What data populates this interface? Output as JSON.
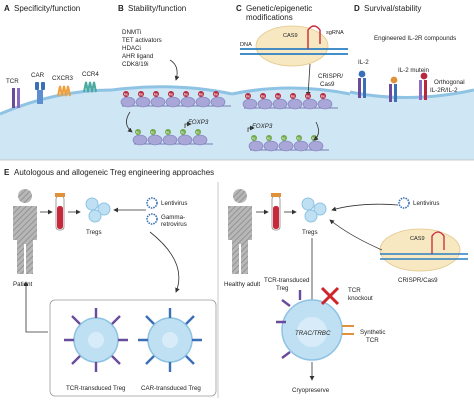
{
  "panels": {
    "A": {
      "letter": "A",
      "title": "Specificity/function",
      "receptors": {
        "tcr": "TCR",
        "car": "CAR",
        "cxcr3": "CXCR3",
        "ccr4": "CCR4"
      }
    },
    "B": {
      "letter": "B",
      "title": "Stability/function",
      "drugs": [
        "DNMTi",
        "TET activators",
        "HDACi",
        "AHR ligand",
        "CDK8/19i"
      ],
      "gene": "FOXP3",
      "marks": {
        "me": "Me",
        "ac": "Ac"
      }
    },
    "C": {
      "letter": "C",
      "title_line1": "Genetic/epigenetic",
      "title_line2": "modifications",
      "cas9": "CAS9",
      "sgrna": "sgRNA",
      "dna": "DNA",
      "tool_line1": "CRISPR/",
      "tool_line2": "Cas9",
      "gene": "FOXP3"
    },
    "D": {
      "letter": "D",
      "title": "Survival/stability",
      "engineered": "Engineered IL-2R compounds",
      "il2r": "IL-2",
      "mutein": "IL-2 mutein",
      "ortho_line1": "Orthogonal",
      "ortho_line2": "IL-2R/IL-2"
    }
  },
  "panel_e": {
    "letter": "E",
    "title": "Autologous and allogeneic Treg engineering approaches",
    "left": {
      "patient": "Patient",
      "tregs": "Tregs",
      "lentivirus": "Lentivirus",
      "gamma_line1": "Gamma-",
      "gamma_line2": "retrovirus",
      "tcr_treg": "TCR-transduced Treg",
      "car_treg": "CAR-transduced Treg"
    },
    "right": {
      "donor": "Healthy adult",
      "tregs": "Tregs",
      "lentivirus": "Lentivirus",
      "cas9": "CAS9",
      "crispr": "CRISPR/Cas9",
      "tcr_treg_line1": "TCR-transduced",
      "tcr_treg_line2": "Treg",
      "knockout_line1": "TCR",
      "knockout_line2": "knockout",
      "trac": "TRAC/TRBC",
      "synthetic_line1": "Synthetic",
      "synthetic_line2": "TCR",
      "cryo": "Cryopreserve"
    }
  },
  "colors": {
    "membrane": "#cfe6f4",
    "membrane_edge": "#8ec3e4",
    "cell": "#bfe0f3",
    "cas9": "#f7e8c2",
    "dna_blue": "#2a7fc1",
    "rna_red": "#c8283a",
    "me": "#b5283f",
    "ac": "#6fa84a",
    "nucleosome": "#a9a6d8",
    "person": "#a6a6a6"
  }
}
